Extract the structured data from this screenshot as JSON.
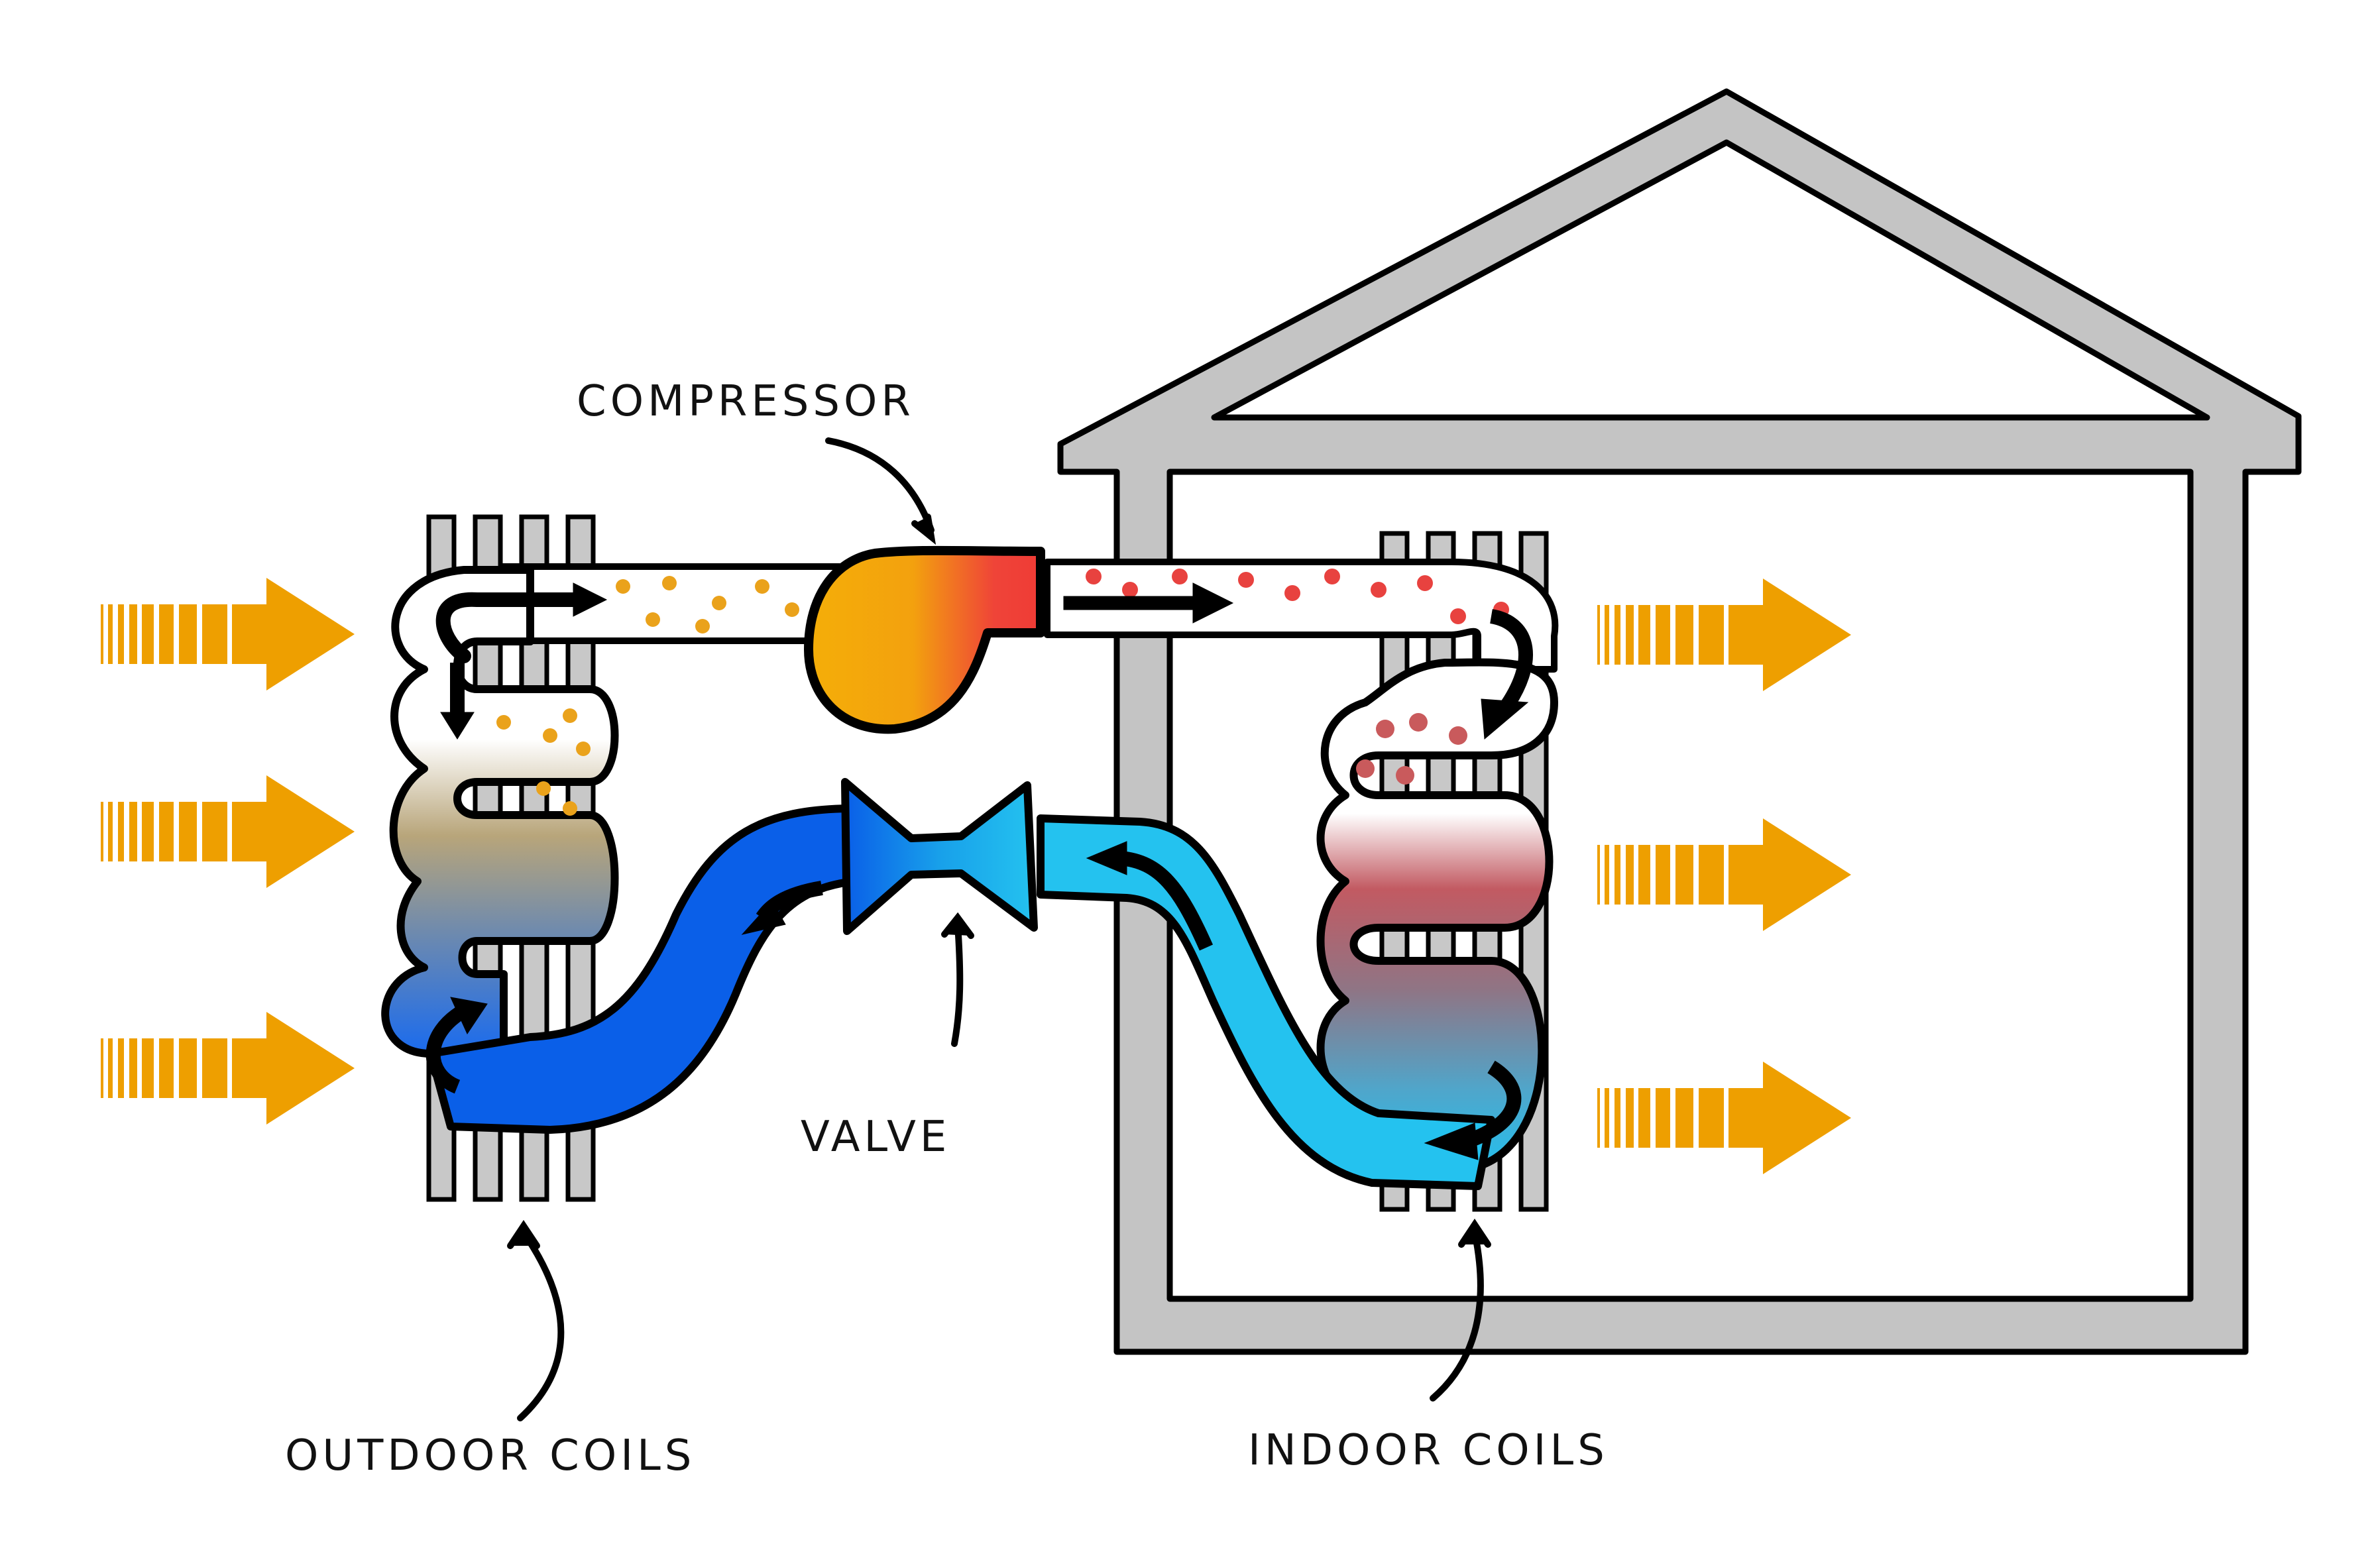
{
  "title": "Heat pump refrigerant cycle",
  "labels": {
    "compressor": "COMPRESSOR",
    "valve": "VALVE",
    "outdoor_coils": "OUTDOOR COILS",
    "indoor_coils": "INDOOR COILS"
  },
  "colors": {
    "air_arrow": "#EE9F00",
    "house_wall": "#C4C4C4",
    "coil_fin": "#C8C8C8",
    "hot_gas": "#EF3B36",
    "warm_gas": "#F4AB0A",
    "cold_liquid": "#0A5FE8",
    "cool_liquid": "#24C2EF",
    "hot_dot": "#E8423F",
    "warm_dot": "#EAA21B",
    "mid_dot": "#8F7282"
  },
  "icons": {
    "air_in": "air-flow-arrow-icon",
    "air_out": "air-flow-arrow-icon",
    "flow": "flow-direction-arrow-icon",
    "compressor": "compressor-icon",
    "valve": "expansion-valve-icon",
    "house": "house-icon"
  }
}
